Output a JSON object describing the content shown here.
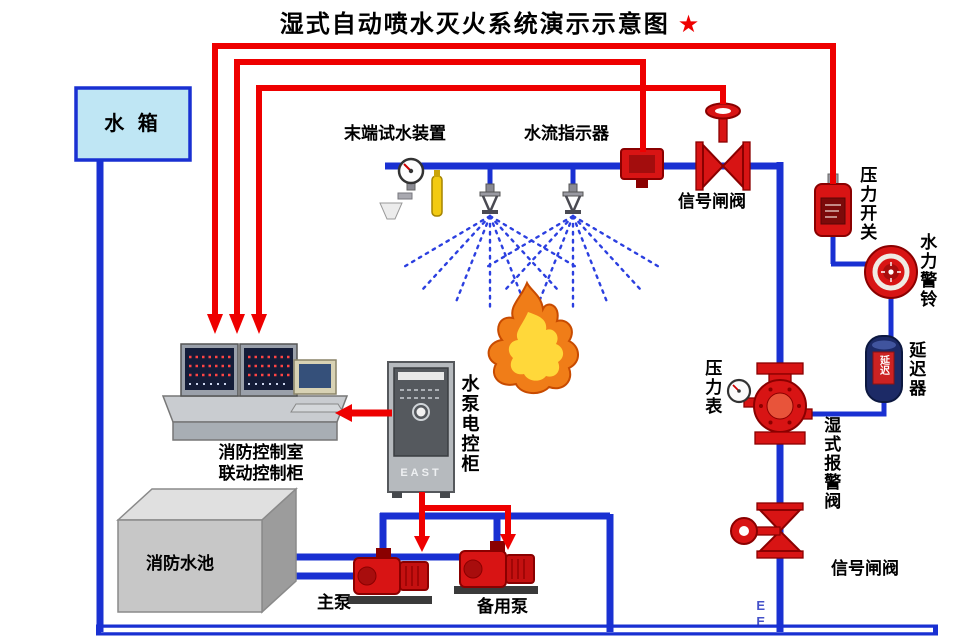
{
  "title": {
    "text": "湿式自动喷水灭火系统演示示意图",
    "star": "★"
  },
  "colors": {
    "pipe-blue": "#1930d2",
    "spray-blue": "#2b3fe0",
    "signal-red": "#ee0000",
    "valve-red": "#d81414",
    "valve-dark": "#8a0000",
    "flame-outer": "#f07d18",
    "flame-inner": "#ffd83a",
    "tank-fill": "#bfe6f4",
    "delay-navy": "#1c2a66"
  },
  "labels": {
    "water_tank": "水  箱",
    "end_test_device": "末端试水装置",
    "flow_indicator": "水流指示器",
    "signal_gate_valve_top": "信号闸阀",
    "pressure_switch": "压力开关",
    "water_alarm_bell": "水力警铃",
    "retarder": "延迟器",
    "wet_alarm_valve": "湿式报警阀",
    "pressure_gauge": "压力表",
    "signal_gate_valve_bottom": "信号闸阀",
    "control_room_line1": "消防控制室",
    "control_room_line2": "联动控制柜",
    "pump_cabinet": "水泵电控柜",
    "fire_pool": "消防水池",
    "main_pump": "主泵",
    "backup_pump": "备用泵",
    "cabinet_brand": "EAST",
    "delay_badge": "延迟",
    "watermark": "EE"
  }
}
